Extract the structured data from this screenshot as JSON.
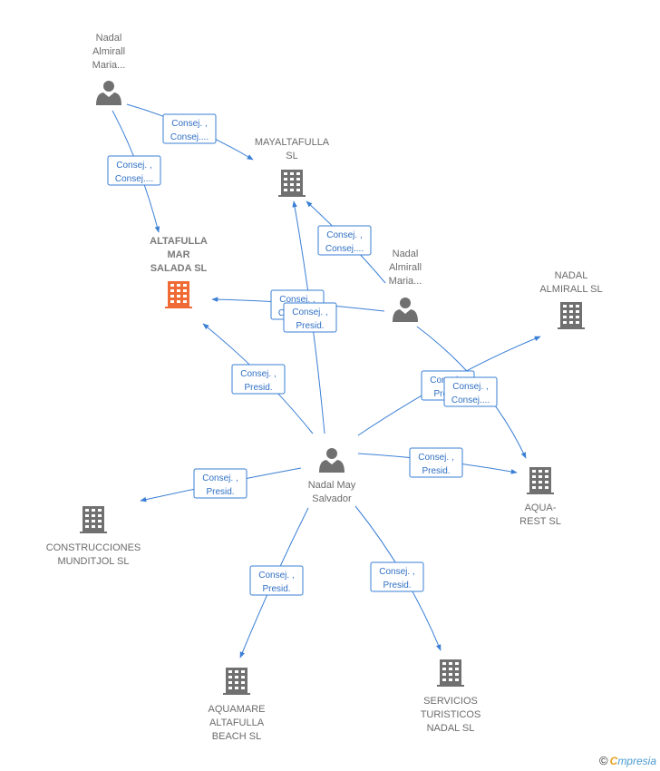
{
  "colors": {
    "edge": "#3a7fd5",
    "person_icon": "#707070",
    "company_icon": "#707070",
    "highlight_company": "#f06a35"
  },
  "nodes": [
    {
      "id": "nadal_almirall_maria_1",
      "type": "person",
      "label": [
        "Nadal",
        "Almirall",
        "Maria..."
      ]
    },
    {
      "id": "mayaltafulla",
      "type": "company",
      "label": [
        "MAYALTAFULLA",
        "SL"
      ]
    },
    {
      "id": "altafulla_mar_salada",
      "type": "company",
      "highlight": true,
      "label": [
        "ALTAFULLA",
        "MAR",
        "SALADA  SL"
      ]
    },
    {
      "id": "nadal_almirall_maria_2",
      "type": "person",
      "label": [
        "Nadal",
        "Almirall",
        "Maria..."
      ]
    },
    {
      "id": "nadal_almirall_sl",
      "type": "company",
      "label": [
        "NADAL",
        "ALMIRALL SL"
      ]
    },
    {
      "id": "nadal_may_salvador",
      "type": "person",
      "label": [
        "Nadal May",
        "Salvador"
      ]
    },
    {
      "id": "aqua_rest",
      "type": "company",
      "label": [
        "AQUA-",
        "REST  SL"
      ]
    },
    {
      "id": "construcciones_munditjol",
      "type": "company",
      "label": [
        "CONSTRUCCIONES",
        "MUNDITJOL SL"
      ]
    },
    {
      "id": "aquamare_altafulla_beach",
      "type": "company",
      "label": [
        "AQUAMARE",
        "ALTAFULLA",
        "BEACH SL"
      ]
    },
    {
      "id": "servicios_turisticos_nadal",
      "type": "company",
      "label": [
        "SERVICIOS",
        "TURISTICOS",
        "NADAL SL"
      ]
    }
  ],
  "edges": [
    {
      "from": "nadal_almirall_maria_1",
      "to": "mayaltafulla",
      "label": [
        "Consej. ,",
        "Consej...."
      ]
    },
    {
      "from": "nadal_almirall_maria_1",
      "to": "altafulla_mar_salada",
      "label": [
        "Consej. ,",
        "Consej...."
      ]
    },
    {
      "from": "nadal_almirall_maria_2",
      "to": "mayaltafulla",
      "label": [
        "Consej. ,",
        "Consej...."
      ]
    },
    {
      "from": "nadal_almirall_maria_2",
      "to": "altafulla_mar_salada",
      "label": [
        "Consej. ,",
        "Consej...."
      ]
    },
    {
      "from": "nadal_may_salvador",
      "to": "mayaltafulla",
      "label": [
        "Consej. ,",
        "Presid."
      ]
    },
    {
      "from": "nadal_may_salvador",
      "to": "altafulla_mar_salada",
      "label": [
        "Consej. ,",
        "Presid."
      ]
    },
    {
      "from": "nadal_may_salvador",
      "to": "nadal_almirall_sl",
      "label": [
        "Consej. ,",
        "Presid."
      ]
    },
    {
      "from": "nadal_almirall_maria_2",
      "to": "aqua_rest",
      "label": [
        "Consej. ,",
        "Consej...."
      ]
    },
    {
      "from": "nadal_may_salvador",
      "to": "aqua_rest",
      "label": [
        "Consej. ,",
        "Presid."
      ]
    },
    {
      "from": "nadal_may_salvador",
      "to": "construcciones_munditjol",
      "label": [
        "Consej. ,",
        "Presid."
      ]
    },
    {
      "from": "nadal_may_salvador",
      "to": "aquamare_altafulla_beach",
      "label": [
        "Consej. ,",
        "Presid."
      ]
    },
    {
      "from": "nadal_may_salvador",
      "to": "servicios_turisticos_nadal",
      "label": [
        "Consej. ,",
        "Presid."
      ]
    }
  ],
  "footer": {
    "copyright": "©",
    "brand_initial": "C",
    "brand_rest": "mpresia"
  }
}
